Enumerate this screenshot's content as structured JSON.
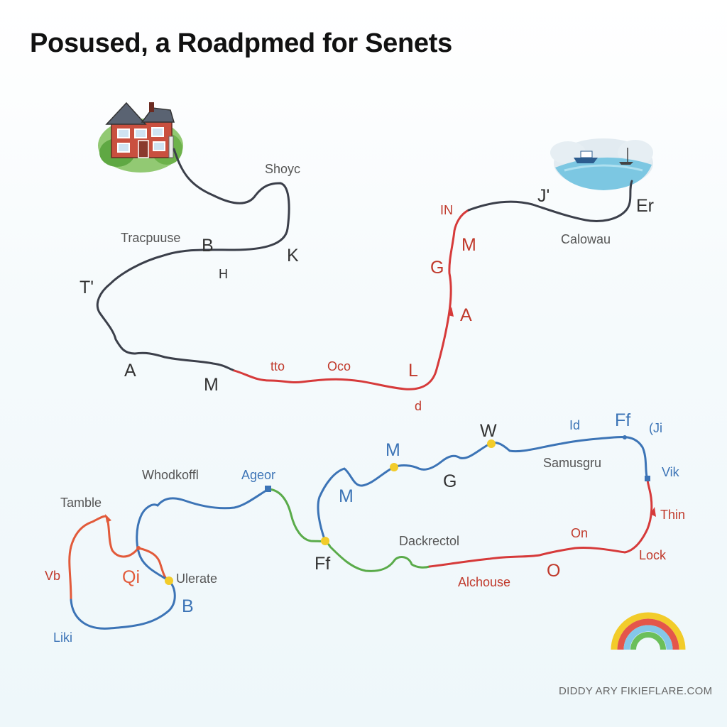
{
  "title": "Posused, a Roadpmed for Senets",
  "footer": "DIDDY ARY FIKIEFLARE.COM",
  "colors": {
    "dark_route": "#3b3f4a",
    "red_route": "#d63a3a",
    "blue_route": "#3c74b6",
    "green_route": "#5aab4a",
    "orange_route": "#e25a3a",
    "marker_yellow": "#f2cc2a"
  },
  "icons": [
    "house-icon",
    "lake-boat-icon",
    "rainbow-icon"
  ],
  "labels": {
    "upper": {
      "shoyc": "Shoyc",
      "tracpuuse": "Tracpuuse",
      "b": "B",
      "k": "K",
      "h": "H",
      "t": "T'",
      "a": "A",
      "m": "M",
      "tto": "tto",
      "oco": "Oco",
      "l": "L",
      "d": "d",
      "in": "IN",
      "m2": "M",
      "g": "G",
      "a2": "A",
      "j": "J'",
      "er": "Er",
      "calowau": "Calowau"
    },
    "lower": {
      "whodkoffl": "Whodkoffl",
      "ageor": "Ageor",
      "m": "M",
      "w": "W",
      "id": "Id",
      "ff": "Ff",
      "qi_top": "(Ji",
      "samusgru": "Samusgru",
      "vik": "Vik",
      "g": "G",
      "m2": "M",
      "thin": "Thin",
      "tamble": "Tamble",
      "vb": "Vb",
      "qi": "Qi",
      "ulerate": "Ulerate",
      "b": "B",
      "liki": "Liki",
      "ff2": "Ff",
      "dackrectol": "Dackrectol",
      "on": "On",
      "lock": "Lock",
      "alchouse": "Alchouse",
      "o": "O"
    }
  }
}
